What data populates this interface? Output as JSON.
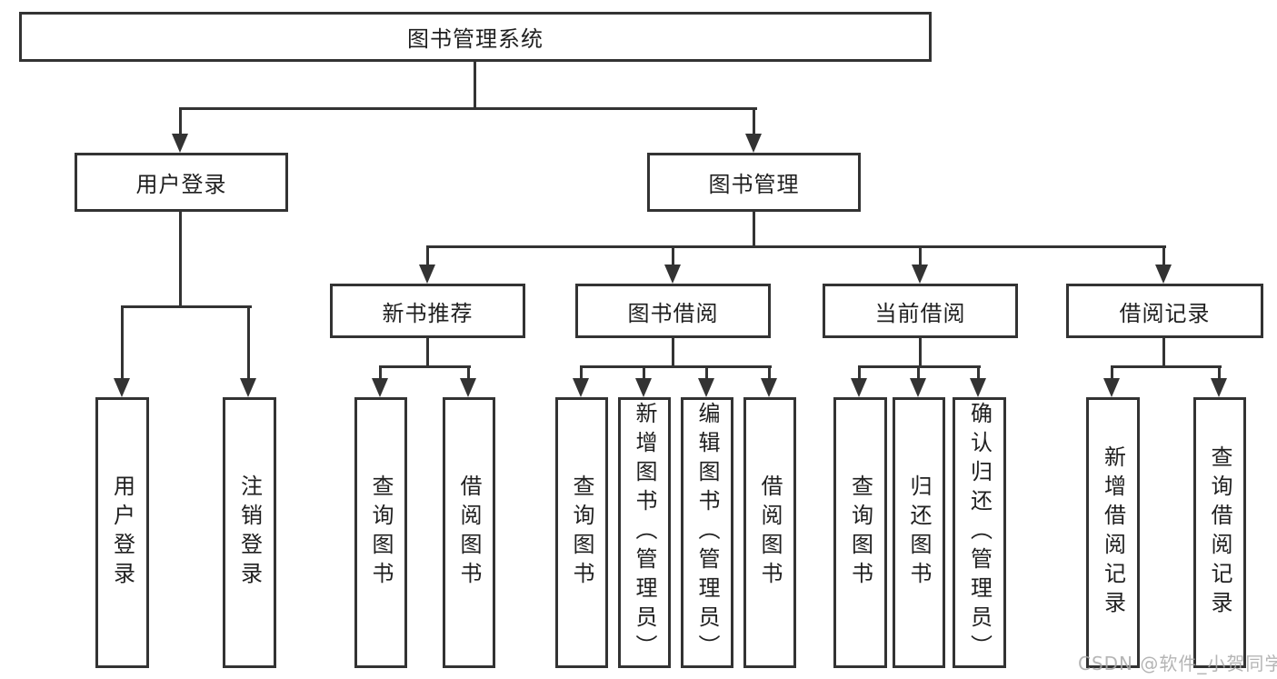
{
  "diagram": {
    "root": {
      "label": "图书管理系统"
    },
    "login": {
      "label": "用户登录",
      "children": [
        {
          "label": "用户登录"
        },
        {
          "label": "注销登录"
        }
      ]
    },
    "mgmt": {
      "label": "图书管理",
      "modules": [
        {
          "label": "新书推荐",
          "children": [
            {
              "label": "查询图书"
            },
            {
              "label": "借阅图书"
            }
          ]
        },
        {
          "label": "图书借阅",
          "children": [
            {
              "label": "查询图书"
            },
            {
              "label": "新增图书（管理员）"
            },
            {
              "label": "编辑图书（管理员）"
            },
            {
              "label": "借阅图书"
            }
          ]
        },
        {
          "label": "当前借阅",
          "children": [
            {
              "label": "查询图书"
            },
            {
              "label": "归还图书"
            },
            {
              "label": "确认归还（管理员）"
            }
          ]
        },
        {
          "label": "借阅记录",
          "children": [
            {
              "label": "新增借阅记录"
            },
            {
              "label": "查询借阅记录"
            }
          ]
        }
      ]
    }
  },
  "watermark": {
    "text": "CSDN @软件_小贺同学",
    "color": "#a8a8a8"
  },
  "colors": {
    "line": "#333333",
    "text": "#1f1f1f",
    "background": "#ffffff"
  }
}
